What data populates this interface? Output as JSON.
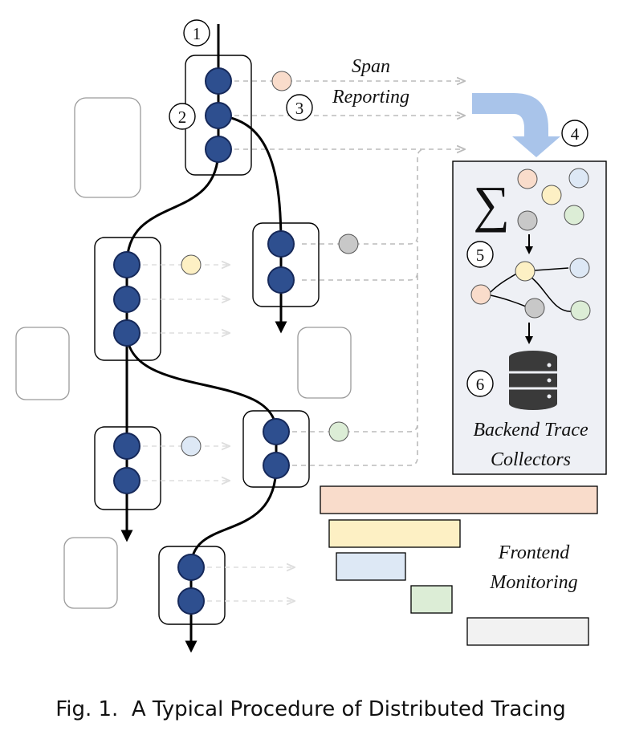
{
  "steps": [
    "1",
    "2",
    "3",
    "4",
    "5",
    "6"
  ],
  "labels": {
    "span_line1": "Span",
    "span_line2": "Reporting",
    "backend_line1": "Backend Trace",
    "backend_line2": "Collectors",
    "frontend_line1": "Frontend",
    "frontend_line2": "Monitoring"
  },
  "sum_symbol": "∑",
  "caption": "Fig. 1.  A Typical Procedure of Distributed Tracing",
  "colors": {
    "node": "#2e4f8f",
    "node_stroke": "#16295a",
    "span_peach": "#f9dccb",
    "span_yellow": "#fdf0c4",
    "span_blue": "#dde8f5",
    "span_green": "#dcedd6",
    "span_gray": "#c8c8c8",
    "collector_bg": "#eef0f5",
    "arrow_blue": "#a9c4ea",
    "bar_peach": "#f9dccb",
    "bar_yellow": "#fdf0c4",
    "bar_blue": "#dde8f5",
    "bar_green": "#dcedd6",
    "bar_white": "#f2f2f2"
  }
}
